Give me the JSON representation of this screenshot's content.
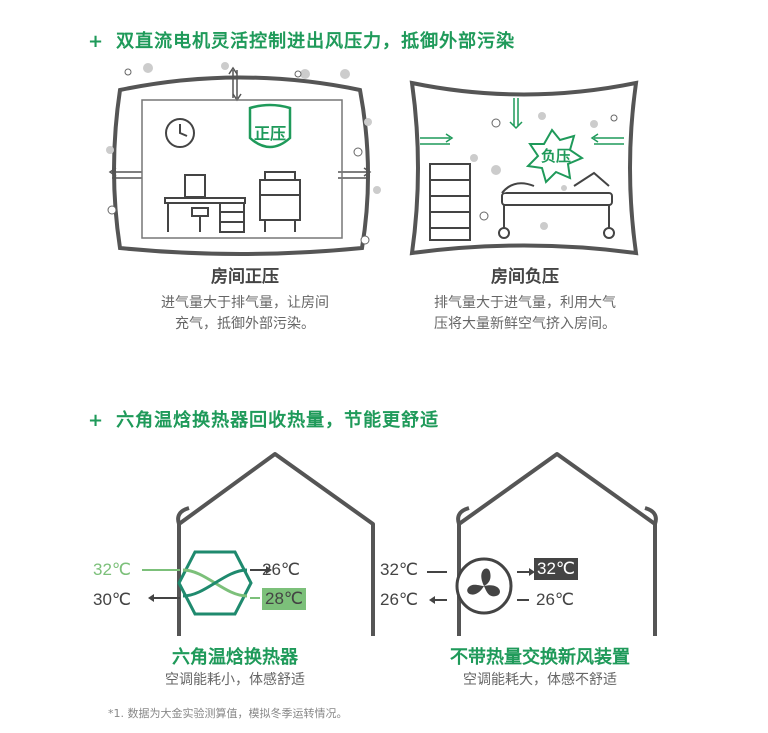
{
  "section1": {
    "title": "双直流电机灵活控制进出风压力，抵御外部污染",
    "positive": {
      "badge": "正压",
      "title": "房间正压",
      "desc_line1": "进气量大于排气量，让房间",
      "desc_line2": "充气，抵御外部污染。"
    },
    "negative": {
      "badge": "负压",
      "title": "房间负压",
      "desc_line1": "排气量大于进气量，利用大气",
      "desc_line2": "压将大量新鲜空气挤入房间。"
    }
  },
  "section2": {
    "title": "六角温焓换热器回收热量，节能更舒适",
    "left": {
      "in_left": "32℃",
      "out_left": "30℃",
      "in_right": "26℃",
      "out_right": "28℃",
      "title": "六角温焓换热器",
      "desc": "空调能耗小，体感舒适"
    },
    "right": {
      "in_left": "32℃",
      "out_left": "26℃",
      "out_right": "32℃",
      "in_right": "26℃",
      "title": "不带热量交换新风装置",
      "desc": "空调能耗大，体感不舒适"
    }
  },
  "footnote": "*1. 数据为大金实验测算值，模拟冬季运转情况。",
  "colors": {
    "accent": "#1f9a5a",
    "light_green": "#7cc07a",
    "dark": "#444444"
  }
}
